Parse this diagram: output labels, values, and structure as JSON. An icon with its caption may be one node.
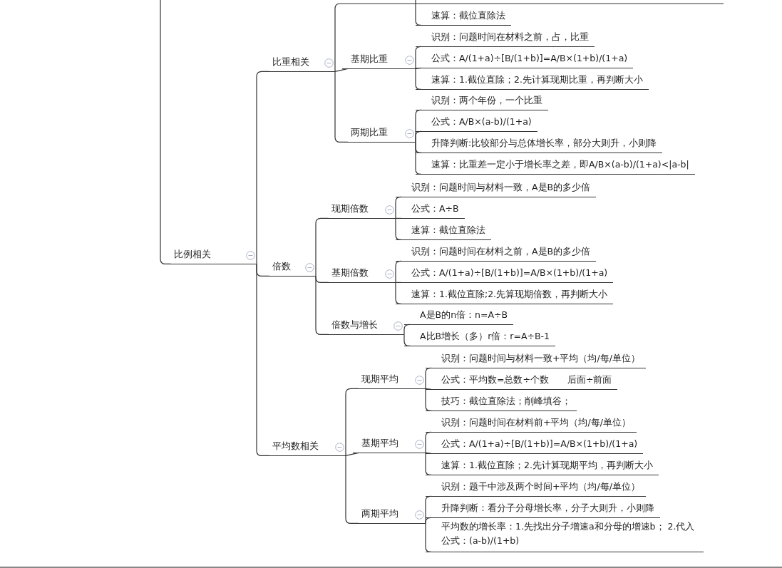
{
  "diagram": {
    "nodes": [
      {
        "text": [
          "比例相关"
        ]
      },
      {
        "text": [
          "比重相关"
        ]
      },
      {
        "text": [
          "速算：截位直除法"
        ]
      },
      {
        "text": [
          "基期比重"
        ]
      },
      {
        "text": [
          "识别：问题时间在材料之前，占，比重"
        ]
      },
      {
        "text": [
          "公式：A/(1+a)÷[B/(1+b)]=A/B×(1+b)/(1+a)"
        ]
      },
      {
        "text": [
          "速算：1.截位直除；2.先计算现期比重，再判断大小"
        ]
      },
      {
        "text": [
          "两期比重"
        ]
      },
      {
        "text": [
          "识别：两个年份，一个比重"
        ]
      },
      {
        "text": [
          "公式：A/B×(a-b)/(1+a)"
        ]
      },
      {
        "text": [
          "升降判断:比较部分与总体增长率，部分大则升，小则降"
        ]
      },
      {
        "text": [
          "速算：比重差一定小于增长率之差，即A/B×(a-b)/(1+a)<|a-b|"
        ]
      },
      {
        "text": [
          "倍数"
        ]
      },
      {
        "text": [
          "现期倍数"
        ]
      },
      {
        "text": [
          "识别：问题时间与材料一致，A是B的多少倍"
        ]
      },
      {
        "text": [
          "公式：A÷B"
        ]
      },
      {
        "text": [
          "速算：截位直除法"
        ]
      },
      {
        "text": [
          "基期倍数"
        ]
      },
      {
        "text": [
          "识别：问题时间在材料之前，A是B的多少倍"
        ]
      },
      {
        "text": [
          "公式：A/(1+a)÷[B/(1+b)]=A/B×(1+b)/(1+a)"
        ]
      },
      {
        "text": [
          "速算：1.截位直除;2.先算现期倍数，再判断大小"
        ]
      },
      {
        "text": [
          "倍数与增长"
        ]
      },
      {
        "text": [
          "A是B的n倍：n=A÷B"
        ]
      },
      {
        "text": [
          "A比B增长（多）r倍：r=A÷B-1"
        ]
      },
      {
        "text": [
          "平均数相关"
        ]
      },
      {
        "text": [
          "现期平均"
        ]
      },
      {
        "text": [
          "识别：问题时间与材料一致+平均（均/每/单位）"
        ]
      },
      {
        "text": [
          "公式：平均数=总数÷个数　　后面÷前面"
        ]
      },
      {
        "text": [
          "技巧：截位直除法；削峰填谷；"
        ]
      },
      {
        "text": [
          "基期平均"
        ]
      },
      {
        "text": [
          "识别：问题时间在材料前+平均（均/每/单位）"
        ]
      },
      {
        "text": [
          "公式：A/(1+a)÷[B/(1+b)]=A/B×(1+b)/(1+a)"
        ]
      },
      {
        "text": [
          "速算：1.截位直除；2.先计算现期平均，再判断大小"
        ]
      },
      {
        "text": [
          "两期平均"
        ]
      },
      {
        "text": [
          "识别：题干中涉及两个时间+平均（均/每/单位）"
        ]
      },
      {
        "text": [
          "升降判断：看分子分母增长率，分子大则升，小则降"
        ]
      },
      {
        "text": [
          "平均数的增长率：1.先找出分子增速a和分母的增速b； 2.代入公式：(a-b)/(1+b)"
        ]
      }
    ],
    "edges": [
      {
        "from": null,
        "to": 0,
        "arrow": "none"
      },
      {
        "from": 1,
        "to": null,
        "arrow": "none"
      },
      {
        "from": null,
        "to": 2,
        "arrow": "none"
      },
      {
        "from": 0,
        "to": 1,
        "arrow": "none"
      },
      {
        "from": 0,
        "to": 12,
        "arrow": "none"
      },
      {
        "from": 0,
        "to": 24,
        "arrow": "none"
      },
      {
        "from": 1,
        "to": 3,
        "arrow": "none"
      },
      {
        "from": 1,
        "to": 7,
        "arrow": "none"
      },
      {
        "from": 3,
        "to": 4,
        "arrow": "none"
      },
      {
        "from": 3,
        "to": 5,
        "arrow": "none"
      },
      {
        "from": 3,
        "to": 6,
        "arrow": "none"
      },
      {
        "from": 7,
        "to": 8,
        "arrow": "none"
      },
      {
        "from": 7,
        "to": 9,
        "arrow": "none"
      },
      {
        "from": 7,
        "to": 10,
        "arrow": "none"
      },
      {
        "from": 7,
        "to": 11,
        "arrow": "none"
      },
      {
        "from": 12,
        "to": 13,
        "arrow": "none"
      },
      {
        "from": 12,
        "to": 17,
        "arrow": "none"
      },
      {
        "from": 12,
        "to": 21,
        "arrow": "none"
      },
      {
        "from": 13,
        "to": 14,
        "arrow": "none"
      },
      {
        "from": 13,
        "to": 15,
        "arrow": "none"
      },
      {
        "from": 13,
        "to": 16,
        "arrow": "none"
      },
      {
        "from": 17,
        "to": 18,
        "arrow": "none"
      },
      {
        "from": 17,
        "to": 19,
        "arrow": "none"
      },
      {
        "from": 17,
        "to": 20,
        "arrow": "none"
      },
      {
        "from": 21,
        "to": 22,
        "arrow": "none"
      },
      {
        "from": 21,
        "to": 23,
        "arrow": "none"
      },
      {
        "from": 24,
        "to": 25,
        "arrow": "none"
      },
      {
        "from": 24,
        "to": 29,
        "arrow": "none"
      },
      {
        "from": 24,
        "to": 33,
        "arrow": "none"
      },
      {
        "from": 25,
        "to": 26,
        "arrow": "none"
      },
      {
        "from": 25,
        "to": 27,
        "arrow": "none"
      },
      {
        "from": 25,
        "to": 28,
        "arrow": "none"
      },
      {
        "from": 29,
        "to": 30,
        "arrow": "none"
      },
      {
        "from": 29,
        "to": 31,
        "arrow": "none"
      },
      {
        "from": 29,
        "to": 32,
        "arrow": "none"
      },
      {
        "from": 33,
        "to": 34,
        "arrow": "none"
      },
      {
        "from": 33,
        "to": 35,
        "arrow": "none"
      },
      {
        "from": 33,
        "to": 36,
        "arrow": "none"
      }
    ]
  }
}
